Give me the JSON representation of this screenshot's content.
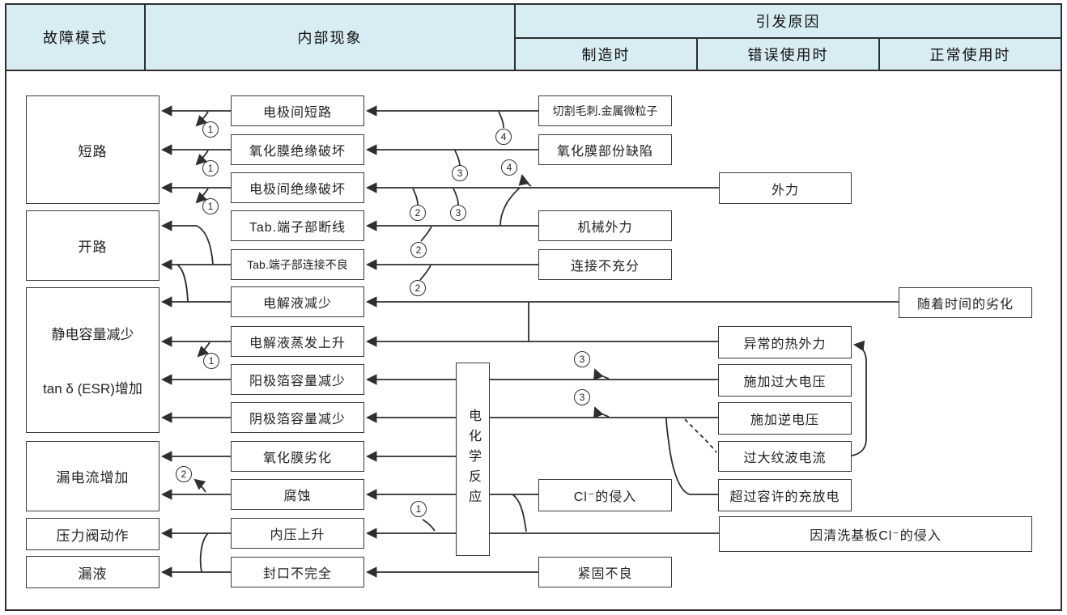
{
  "header": {
    "failure_mode": "故障模式",
    "internal_phenomenon": "内部现象",
    "cause": "引发原因",
    "cause_manufacturing": "制造时",
    "cause_misuse": "错误使用时",
    "cause_normal": "正常使用时"
  },
  "failure_modes": {
    "short_circuit": "短路",
    "open_circuit": "开路",
    "capacitance_line1": "静电容量减少",
    "capacitance_line2": "tan δ (ESR)增加",
    "leakage_current": "漏电流增加",
    "pressure_valve": "压力阀动作",
    "liquid_leak": "漏液"
  },
  "phenomena": {
    "electrode_short": "电极间短路",
    "oxide_insulation_break": "氧化膜绝缘破坏",
    "inter_electrode_insulation_break": "电极间绝缘破坏",
    "tab_terminal_break": "Tab.端子部断线",
    "tab_terminal_poor_connection": "Tab.端子部连接不良",
    "electrolyte_decrease": "电解液减少",
    "electrolyte_evaporation": "电解液蒸发上升",
    "anode_foil_capacity_decrease": "阳极箔容量减少",
    "cathode_foil_capacity_decrease": "阴极箔容量减少",
    "oxide_film_degradation": "氧化膜劣化",
    "corrosion": "腐蚀",
    "internal_pressure_rise": "内压上升",
    "incomplete_sealing": "封口不完全"
  },
  "process": {
    "electrochemical_reaction": "电化学反应"
  },
  "causes_manufacturing": {
    "cutting_burr": "切割毛刺.金属微粒子",
    "oxide_partial_defect": "氧化膜部份缺陷",
    "mechanical_force": "机械外力",
    "insufficient_connection": "连接不充分",
    "cl_intrusion": "Cl⁻的侵入",
    "poor_fastening": "紧固不良"
  },
  "causes_misuse": {
    "external_force": "外力",
    "abnormal_thermal_force": "异常的热外力",
    "excess_voltage": "施加过大电压",
    "reverse_voltage": "施加逆电压",
    "excess_ripple_current": "过大纹波电流",
    "over_charge_discharge": "超过容许的充放电",
    "cl_intrusion_board_wash": "因清洗基板Cl⁻的侵入"
  },
  "causes_normal": {
    "aging": "随着时间的劣化"
  },
  "connectors": {
    "n1": "1",
    "n2": "2",
    "n3": "3",
    "n4": "4"
  },
  "colors": {
    "header_bg": "#d7ecf3",
    "line": "#2e2e2e"
  }
}
